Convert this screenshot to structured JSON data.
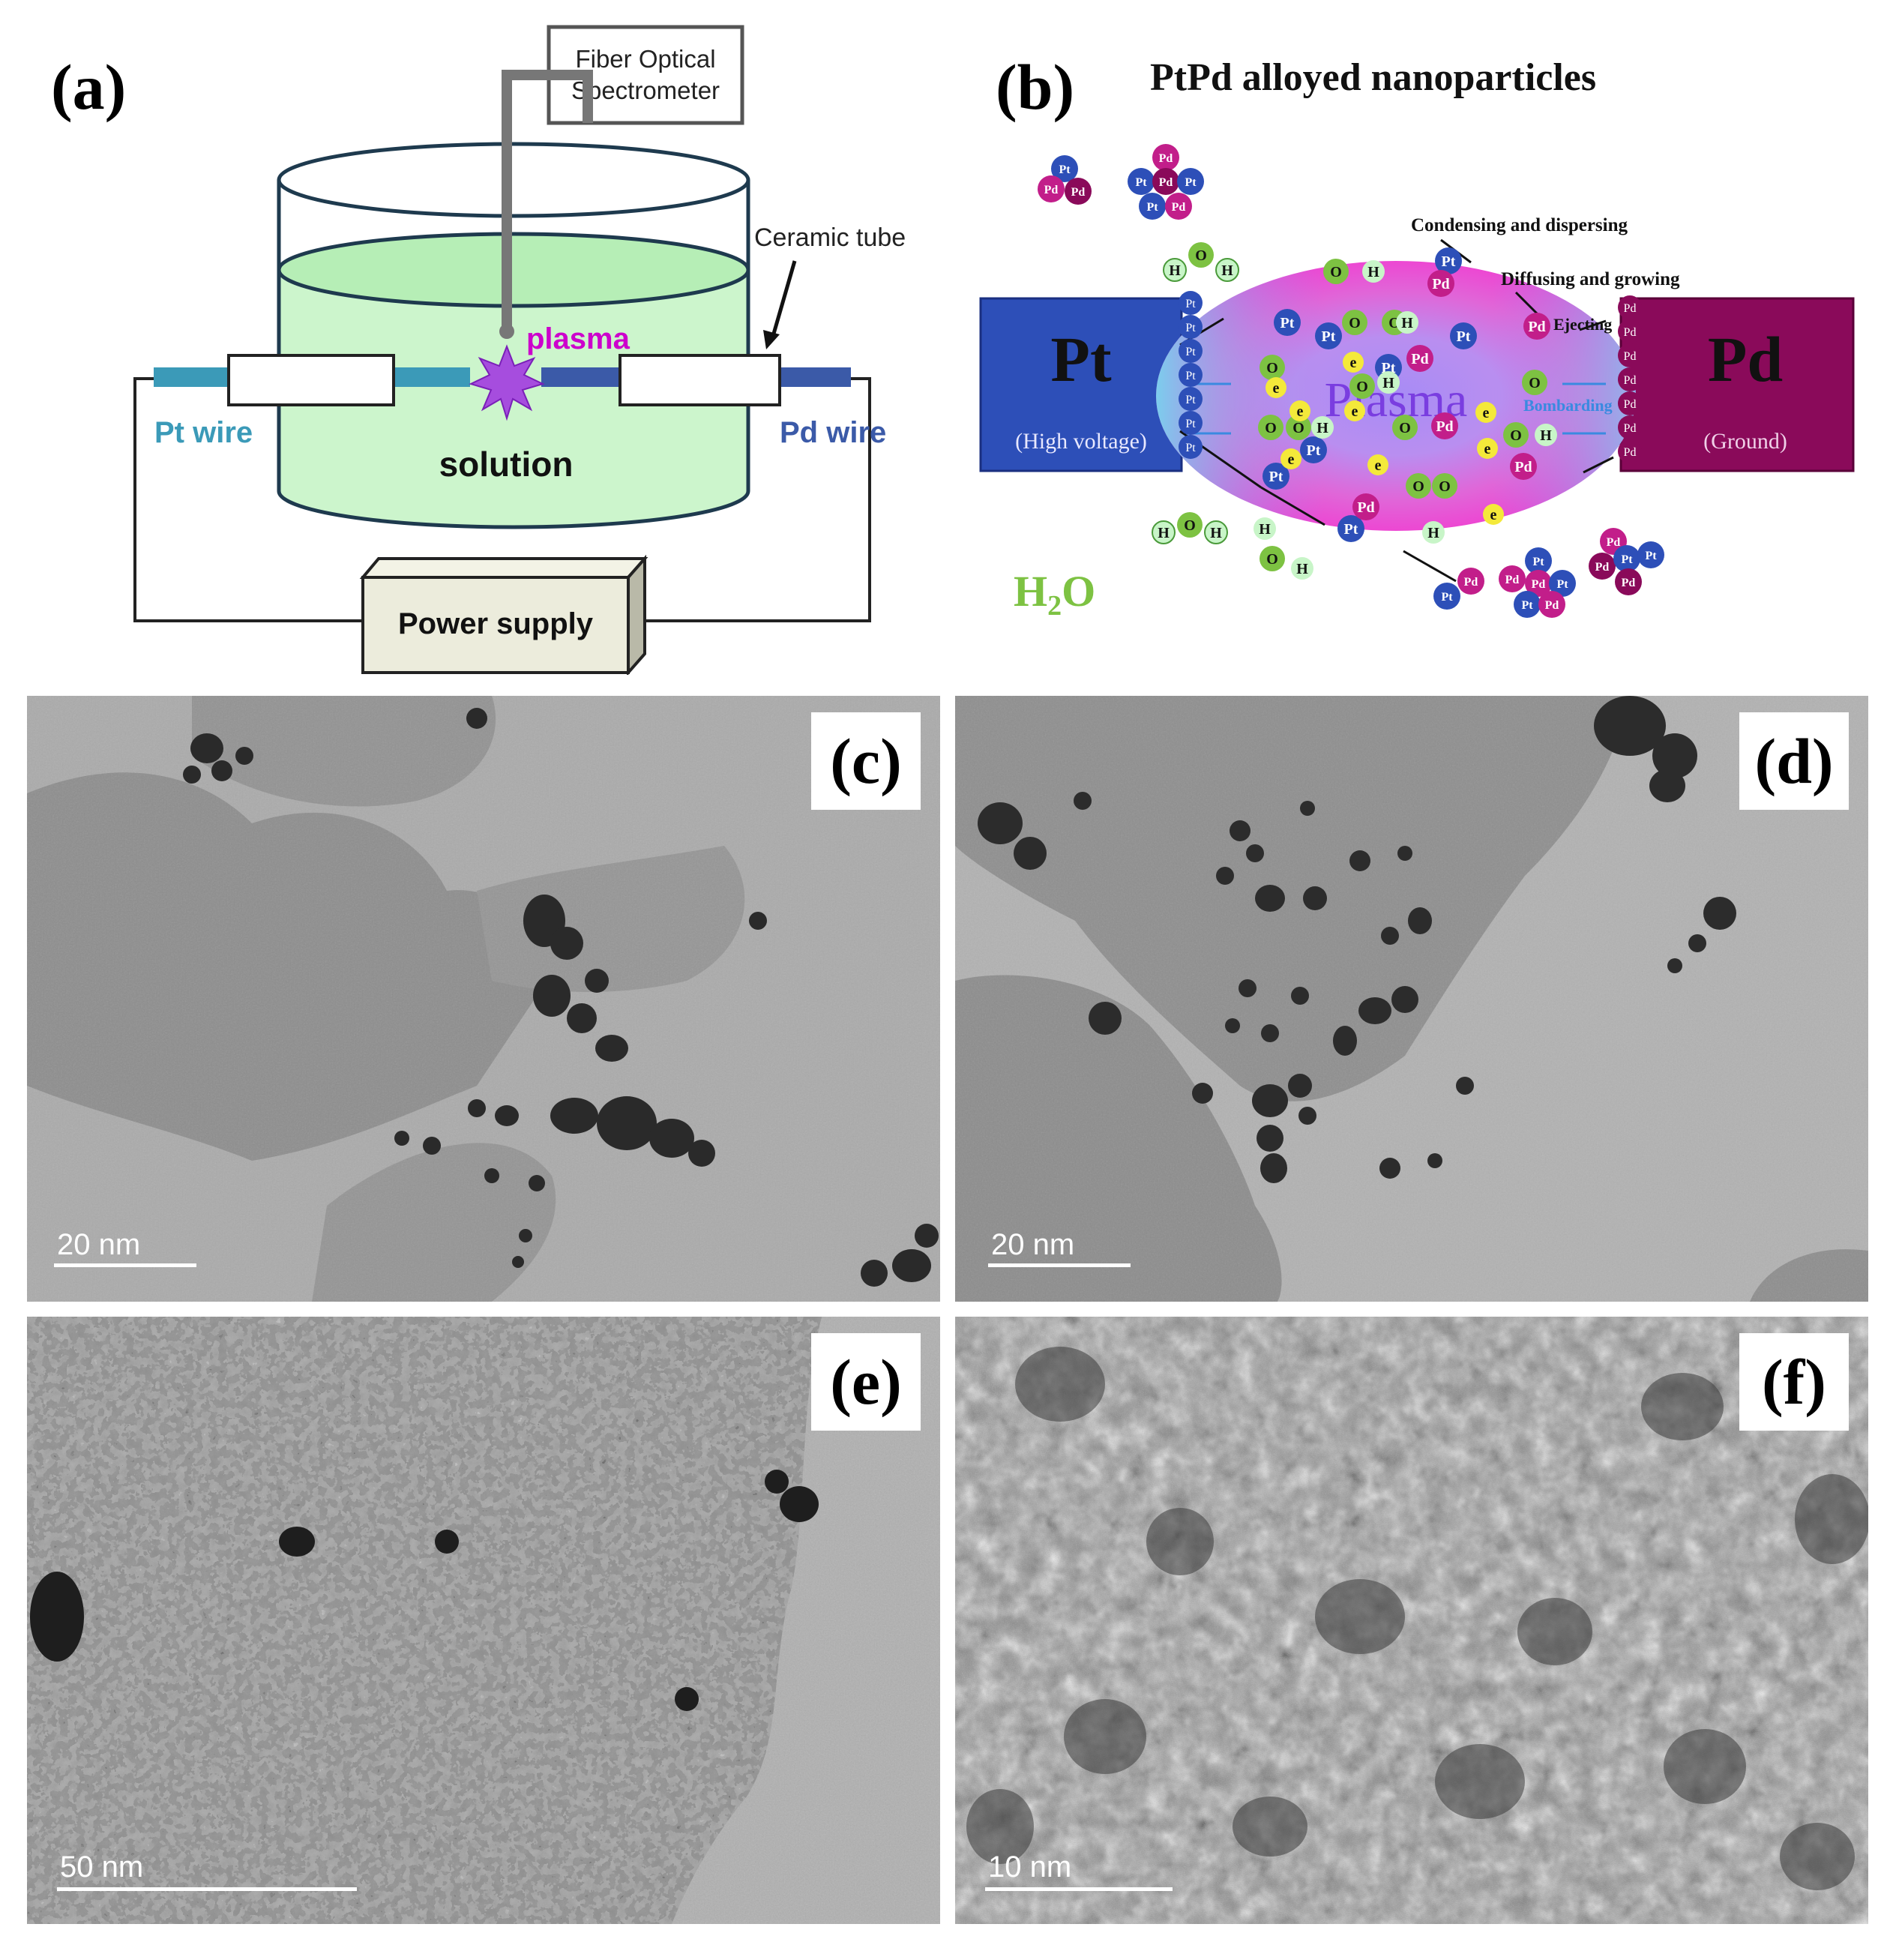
{
  "panel_a": {
    "label": "(a)",
    "spectrometer_line1": "Fiber Optical",
    "spectrometer_line2": "Spectrometer",
    "ceramic_tube": "Ceramic tube",
    "plasma": "plasma",
    "pt_wire": "Pt wire",
    "pd_wire": "Pd wire",
    "solution": "solution",
    "power_supply": "Power supply"
  },
  "panel_b": {
    "label": "(b)",
    "title": "PtPd alloyed nanoparticles",
    "pt_electrode": "Pt",
    "pt_sub": "(High voltage)",
    "pd_electrode": "Pd",
    "pd_sub": "(Ground)",
    "plasma": "Plasma",
    "condensing": "Condensing and dispersing",
    "diffusing": "Diffusing and growing",
    "ejecting": "Ejecting",
    "bombarding": "Bombarding",
    "h2o_prefix": "H",
    "h2o_sub": "2",
    "h2o_suffix": "O",
    "atom_pt": "Pt",
    "atom_pd": "Pd",
    "atom_o": "O",
    "atom_h": "H",
    "atom_e": "e"
  },
  "panel_c": {
    "label": "(c)",
    "scale": "20 nm"
  },
  "panel_d": {
    "label": "(d)",
    "scale": "20 nm"
  },
  "panel_e": {
    "label": "(e)",
    "scale": "50 nm"
  },
  "panel_f": {
    "label": "(f)",
    "scale": "10 nm"
  },
  "colors": {
    "pt_blue": "#2d4fb8",
    "pd_purple": "#8a0a5a",
    "water_green": "#7dc242",
    "solution_green": "#ccf5cc",
    "tem_gray": "#a8a8a8",
    "plasma_magenta": "#cc00cc"
  }
}
